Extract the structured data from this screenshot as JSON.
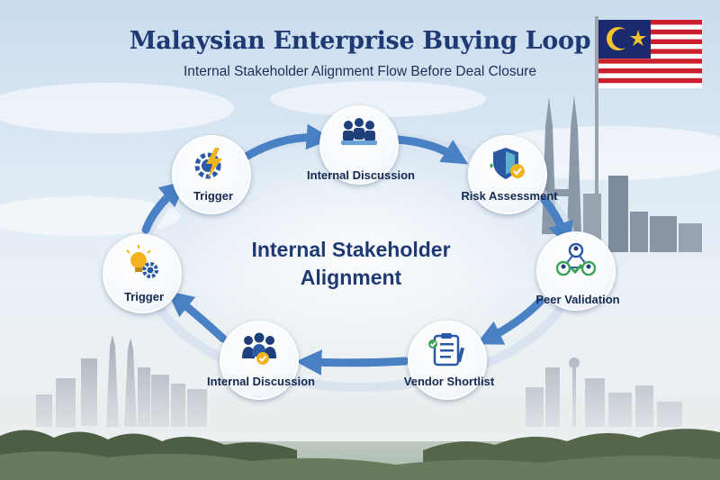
{
  "header": {
    "title": "Malaysian Enterprise Buying Loop",
    "subtitle": "Internal Stakeholder Alignment Flow Before Deal Closure"
  },
  "center_label": "Internal Stakeholder Alignment",
  "steps": [
    {
      "label": "Trigger",
      "icon": "gear-lightning-icon"
    },
    {
      "label": "Internal Discussion",
      "icon": "meeting-table-icon"
    },
    {
      "label": "Risk Assessment",
      "icon": "shield-check-icon"
    },
    {
      "label": "Peer Validation",
      "icon": "peer-network-icon"
    },
    {
      "label": "Vendor Shortlist",
      "icon": "clipboard-checklist-icon"
    },
    {
      "label": "Internal Discussion",
      "icon": "team-check-icon"
    },
    {
      "label": "Trigger",
      "icon": "lightbulb-gear-icon"
    }
  ],
  "colors": {
    "title": "#1f3a73",
    "arrow": "#4a80c4",
    "accent_yellow": "#f2b321",
    "accent_green": "#3da35a",
    "flag_red": "#cc1f2d",
    "flag_blue": "#1b2a6e"
  }
}
